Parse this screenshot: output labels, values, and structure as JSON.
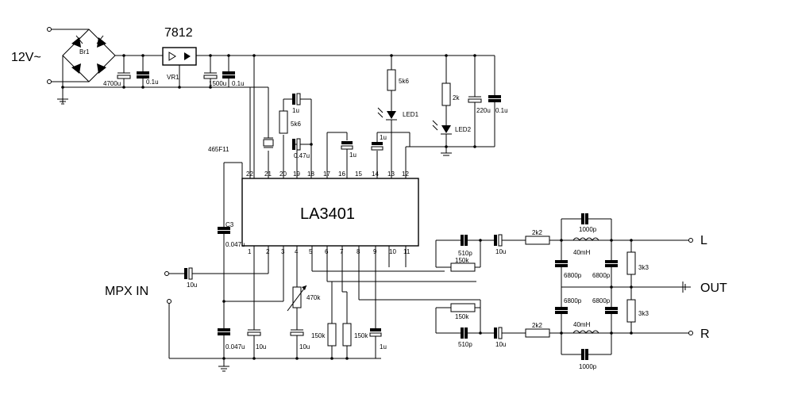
{
  "labels": {
    "supply": "12V~",
    "regulator": "7812",
    "bridge": "Br1",
    "vr": "VR1",
    "ic": "LA3401",
    "crystal": "465F11",
    "mpx_in": "MPX IN",
    "out": "OUT",
    "left": "L",
    "right": "R",
    "led1": "LED1",
    "led2": "LED2"
  },
  "values": {
    "c4700": "4700u",
    "c01a": "0.1u",
    "c1500": "1500u",
    "c01b": "0.1u",
    "r5k6a": "5k6",
    "r5k6b": "5k6",
    "r2k": "2k",
    "c220": "220u",
    "c01c": "0.1u",
    "c1u_top": "1u",
    "c047_top": "0.47u",
    "c1u_16": "1u",
    "c1u_14": "1u",
    "c3": "C3",
    "c0047a": "0.047u",
    "c10u_in": "10u",
    "r470k": "470k",
    "c0047b": "0.047u",
    "c10u_21": "10u",
    "c10u_4": "10u",
    "r150k_a": "150k",
    "r150k_b": "150k",
    "c1u_9": "1u",
    "c510_top": "510p",
    "r150k_top": "150k",
    "c10u_l": "10u",
    "r2k2_l": "2k2",
    "c1000_top": "1000p",
    "l40_top": "40mH",
    "c6800_a": "6800p",
    "c6800_b": "6800p",
    "r3k3_a": "3k3",
    "r150k_bot": "150k",
    "c510_bot": "510p",
    "c10u_r": "10u",
    "r2k2_r": "2k2",
    "c6800_c": "6800p",
    "c6800_d": "6800p",
    "l40_bot": "40mH",
    "c1000_bot": "1000p",
    "r3k3_b": "3k3"
  },
  "pins_top": [
    "22",
    "21",
    "20",
    "19",
    "18",
    "17",
    "16",
    "15",
    "14",
    "13",
    "12"
  ],
  "pins_bottom": [
    "1",
    "2",
    "3",
    "4",
    "5",
    "6",
    "7",
    "8",
    "9",
    "10",
    "11"
  ]
}
